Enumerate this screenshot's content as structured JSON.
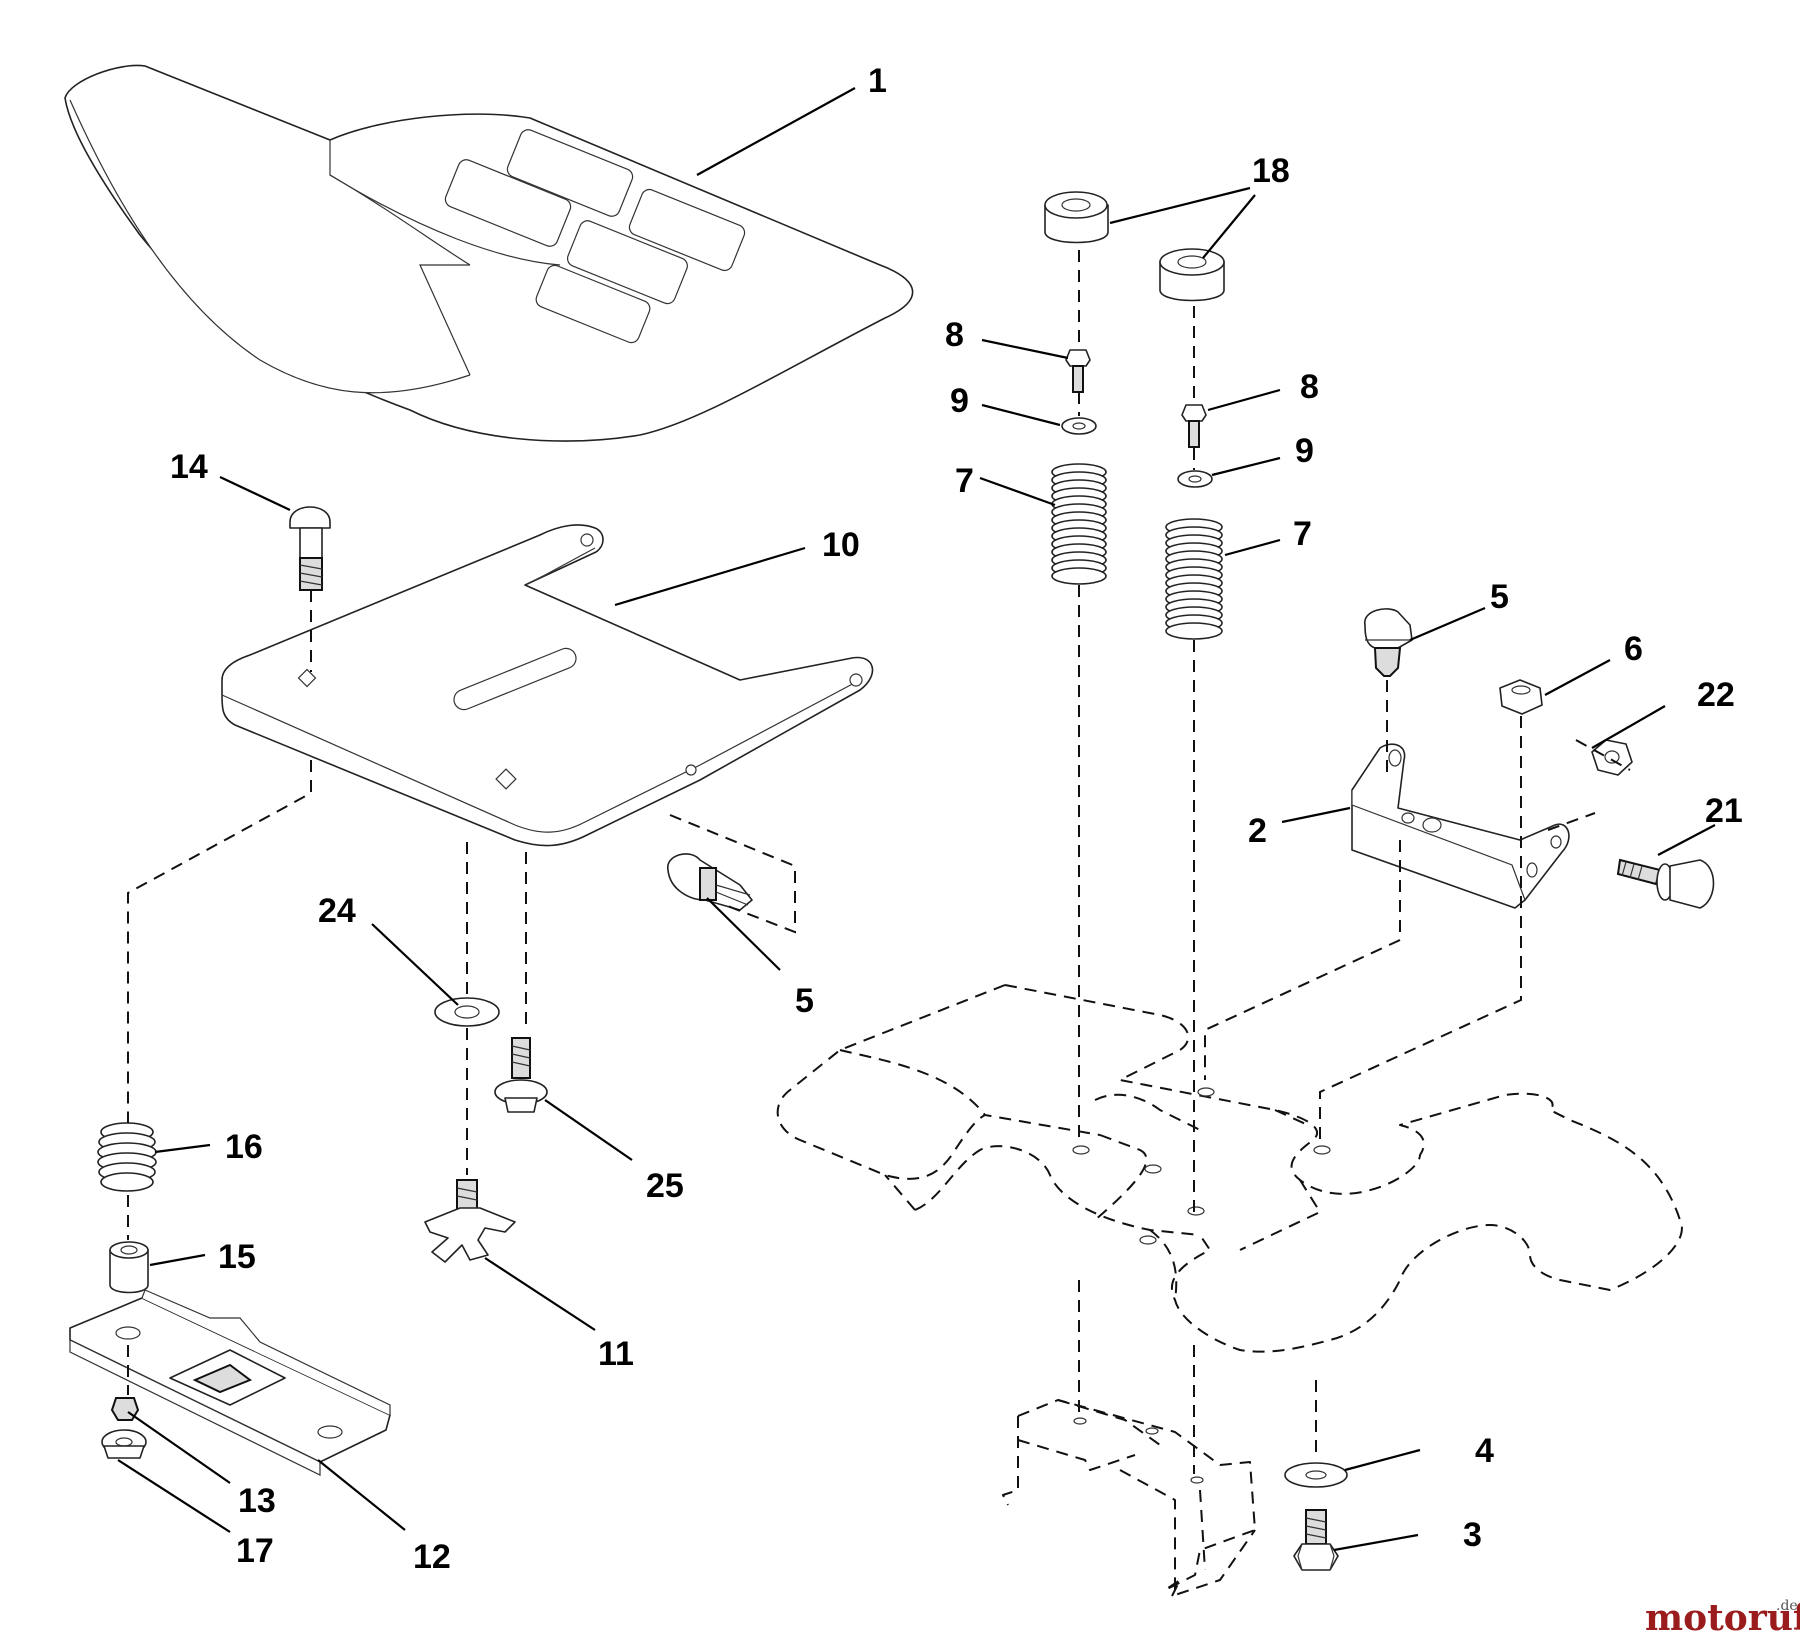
{
  "diagram": {
    "callouts": {
      "c1": "1",
      "c18": "18",
      "c8a": "8",
      "c8b": "8",
      "c9a": "9",
      "c9b": "9",
      "c7a": "7",
      "c7b": "7",
      "c14": "14",
      "c10": "10",
      "c5a": "5",
      "c5b": "5",
      "c6": "6",
      "c22": "22",
      "c2": "2",
      "c21": "21",
      "c24": "24",
      "c25": "25",
      "c16": "16",
      "c15": "15",
      "c11": "11",
      "c13": "13",
      "c17": "17",
      "c12": "12",
      "c4": "4",
      "c3": "3"
    }
  },
  "watermark": {
    "main": "motoruf",
    "suffix": ".de"
  }
}
